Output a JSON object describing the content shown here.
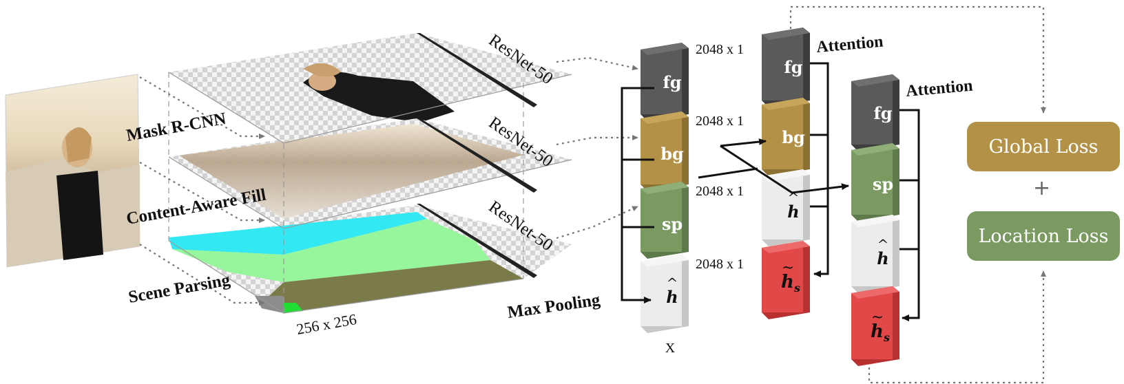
{
  "labels": {
    "mask_rcnn": "Mask R-CNN",
    "content_aware_fill": "Content-Aware Fill",
    "scene_parsing": "Scene Parsing",
    "resolution": "256 x 256",
    "resnet": "ResNet-50",
    "max_pooling": "Max Pooling",
    "attention": "Attention",
    "feature_dim": "2048 x 1",
    "x_label": "X"
  },
  "blocks": {
    "fg": "fg",
    "bg": "bg",
    "sp": "sp",
    "h": "h",
    "hs_base": "h",
    "hs_sub": "s"
  },
  "losses": {
    "global": "Global Loss",
    "plus": "+",
    "location": "Location Loss"
  },
  "colors": {
    "fg": "#5a5a5a",
    "bg": "#b39147",
    "sp": "#7a9a62",
    "h": "#ececec",
    "hs": "#e24848",
    "global_loss": "#b39147",
    "location_loss": "#7a9a62"
  }
}
